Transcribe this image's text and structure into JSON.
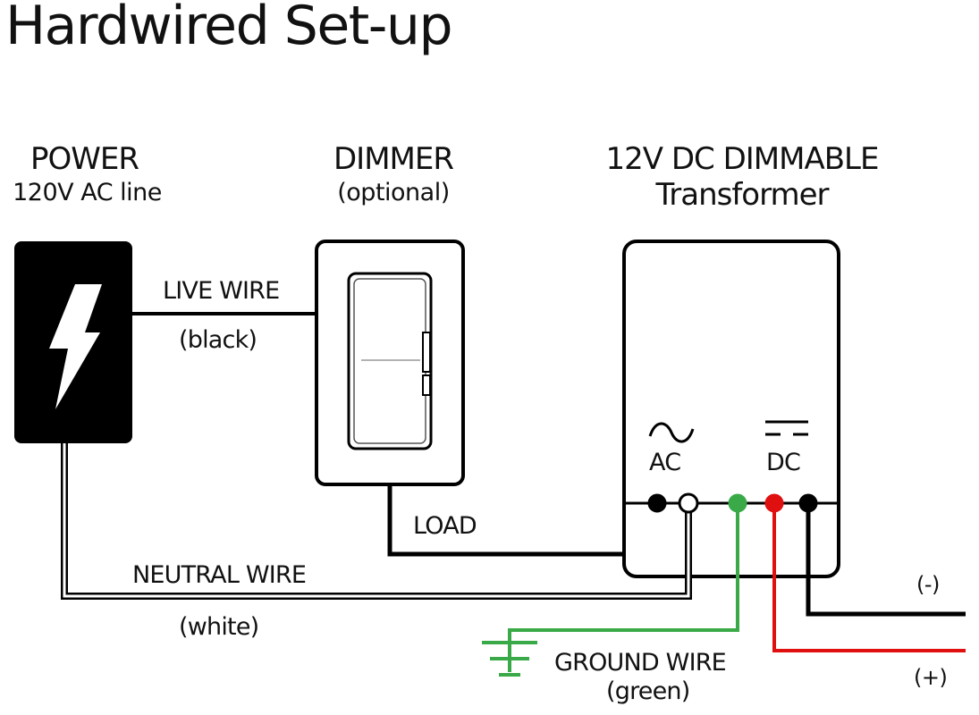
{
  "title": "Hardwired Set-up",
  "components": {
    "power": {
      "heading": "POWER",
      "subheading": "120V AC line",
      "icon": "lightning-bolt-icon"
    },
    "dimmer": {
      "heading": "DIMMER",
      "subheading": "(optional)",
      "icon": "dimmer-switch-icon"
    },
    "transformer": {
      "heading": "12V DC DIMMABLE",
      "subheading": "Transformer",
      "ac_label": "AC",
      "dc_label": "DC",
      "ac_icon": "sine-wave-icon",
      "dc_icon": "dc-symbol-icon"
    }
  },
  "wires": {
    "live": {
      "label": "LIVE WIRE",
      "color_label": "(black)",
      "color": "#000000"
    },
    "load": {
      "label": "LOAD",
      "color": "#000000"
    },
    "neutral": {
      "label": "NEUTRAL WIRE",
      "color_label": "(white)",
      "color": "#ffffff"
    },
    "ground": {
      "label": "GROUND WIRE",
      "color_label": "(green)",
      "color": "#3aaa48"
    },
    "dc_negative": {
      "label": "(-)",
      "color": "#000000"
    },
    "dc_positive": {
      "label": "(+)",
      "color": "#e01010"
    }
  },
  "terminals": [
    {
      "name": "ac-live",
      "color": "#000000"
    },
    {
      "name": "ac-neutral",
      "color": "#ffffff"
    },
    {
      "name": "ground",
      "color": "#3aaa48"
    },
    {
      "name": "dc-positive",
      "color": "#e01010"
    },
    {
      "name": "dc-negative",
      "color": "#000000"
    }
  ]
}
